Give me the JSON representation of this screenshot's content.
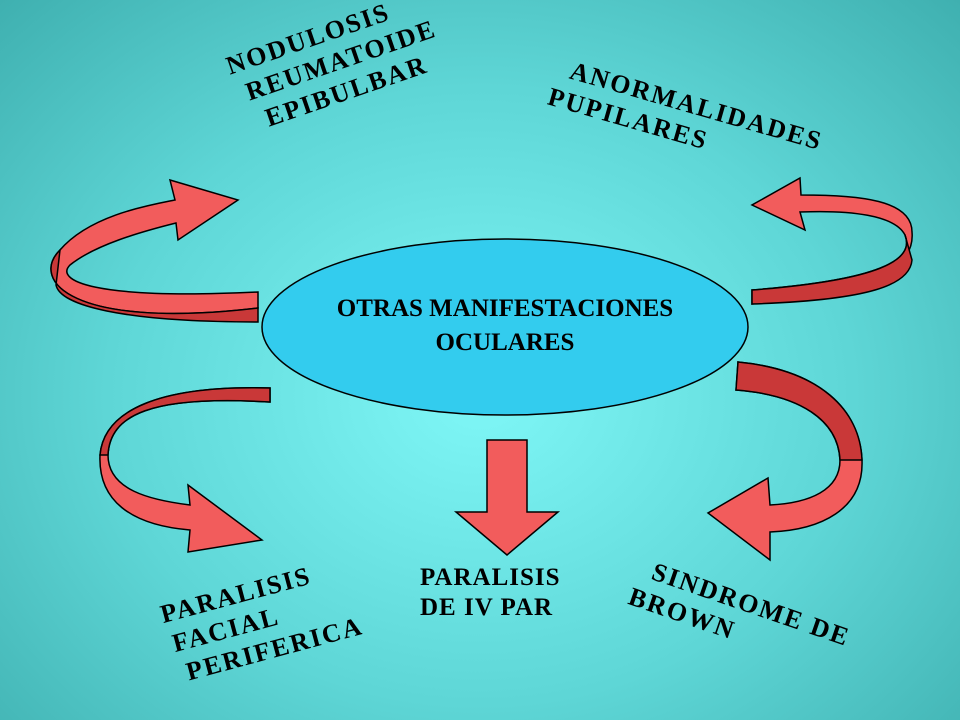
{
  "center": {
    "line1": "OTRAS MANIFESTACIONES",
    "line2": "OCULARES"
  },
  "items": [
    {
      "id": "nodulosis",
      "lines": [
        "NODULOSIS",
        "REUMATOIDE",
        "EPIBULBAR"
      ]
    },
    {
      "id": "anormalidades",
      "lines": [
        "ANORMALIDADES",
        "PUPILARES"
      ]
    },
    {
      "id": "paralisis-facial",
      "lines": [
        "PARALISIS",
        "FACIAL",
        "PERIFERICA"
      ]
    },
    {
      "id": "paralisis-iv",
      "lines": [
        "PARALISIS",
        "DE IV PAR"
      ]
    },
    {
      "id": "sindrome-brown",
      "lines": [
        "SINDROME DE",
        "BROWN"
      ]
    }
  ],
  "colors": {
    "background": "#66e6e6",
    "ellipse_fill": "#33ccee",
    "arrow_fill": "#f25c5c",
    "arrow_shadow": "#c93838",
    "outline": "#000000"
  },
  "icons": [
    "curved-arrow-icon",
    "down-arrow-icon"
  ]
}
